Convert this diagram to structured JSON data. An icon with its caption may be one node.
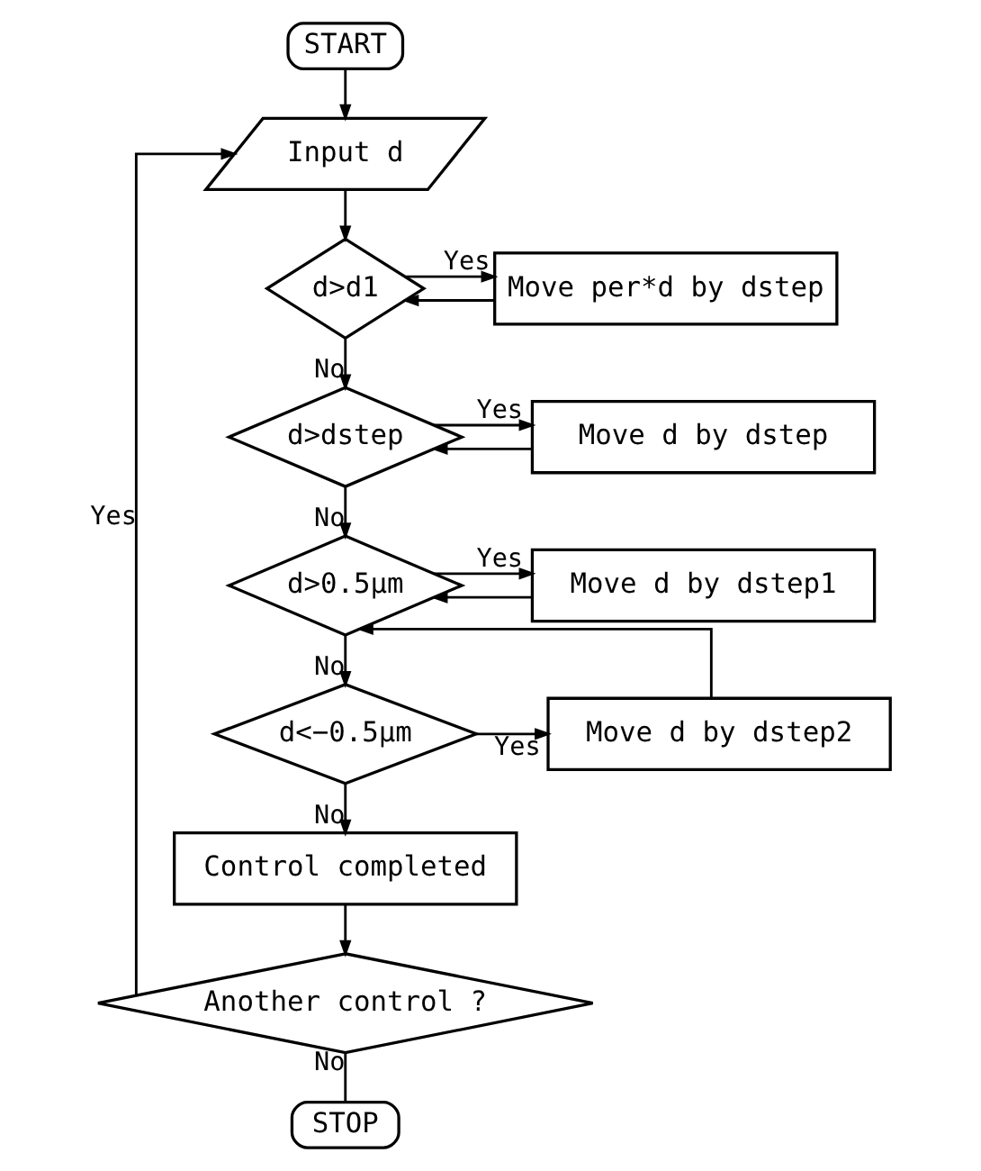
{
  "diagram": {
    "nodes": [
      {
        "text": [
          "START"
        ]
      },
      {
        "text": [
          "Input d"
        ]
      },
      {
        "text": [
          "d>d1"
        ]
      },
      {
        "text": [
          "Move per*d by dstep"
        ]
      },
      {
        "text": [
          "d>dstep"
        ]
      },
      {
        "text": [
          "Move d by dstep"
        ]
      },
      {
        "text": [
          "d>0.5μm"
        ]
      },
      {
        "text": [
          "Move d by dstep1"
        ]
      },
      {
        "text": [
          "d<−0.5μm"
        ]
      },
      {
        "text": [
          "Move d by dstep2"
        ]
      },
      {
        "text": [
          "Control completed"
        ]
      },
      {
        "text": [
          "Another control ?"
        ]
      },
      {
        "text": [
          "STOP"
        ]
      }
    ],
    "edges": [
      {
        "from": 0,
        "to": 1,
        "arrow": "to"
      },
      {
        "from": 1,
        "to": 2,
        "arrow": "to"
      },
      {
        "from": 2,
        "to": 3,
        "arrow": "to",
        "label": "Yes"
      },
      {
        "from": 3,
        "to": 2,
        "arrow": "to"
      },
      {
        "from": 2,
        "to": 4,
        "arrow": "to",
        "label": "No"
      },
      {
        "from": 4,
        "to": 5,
        "arrow": "to",
        "label": "Yes"
      },
      {
        "from": 5,
        "to": 4,
        "arrow": "to"
      },
      {
        "from": 4,
        "to": 6,
        "arrow": "to",
        "label": "No"
      },
      {
        "from": 6,
        "to": 7,
        "arrow": "to",
        "label": "Yes"
      },
      {
        "from": 7,
        "to": 6,
        "arrow": "to"
      },
      {
        "from": 6,
        "to": 8,
        "arrow": "to",
        "label": "No"
      },
      {
        "from": 8,
        "to": 9,
        "arrow": "to",
        "label": "Yes"
      },
      {
        "from": 9,
        "to": 6,
        "arrow": "to"
      },
      {
        "from": 8,
        "to": 10,
        "arrow": "to",
        "label": "No"
      },
      {
        "from": 10,
        "to": 11,
        "arrow": "to"
      },
      {
        "from": 11,
        "to": 1,
        "arrow": "to",
        "label": "Yes"
      },
      {
        "from": 11,
        "to": 12,
        "arrow": "none",
        "label": "No"
      }
    ]
  }
}
